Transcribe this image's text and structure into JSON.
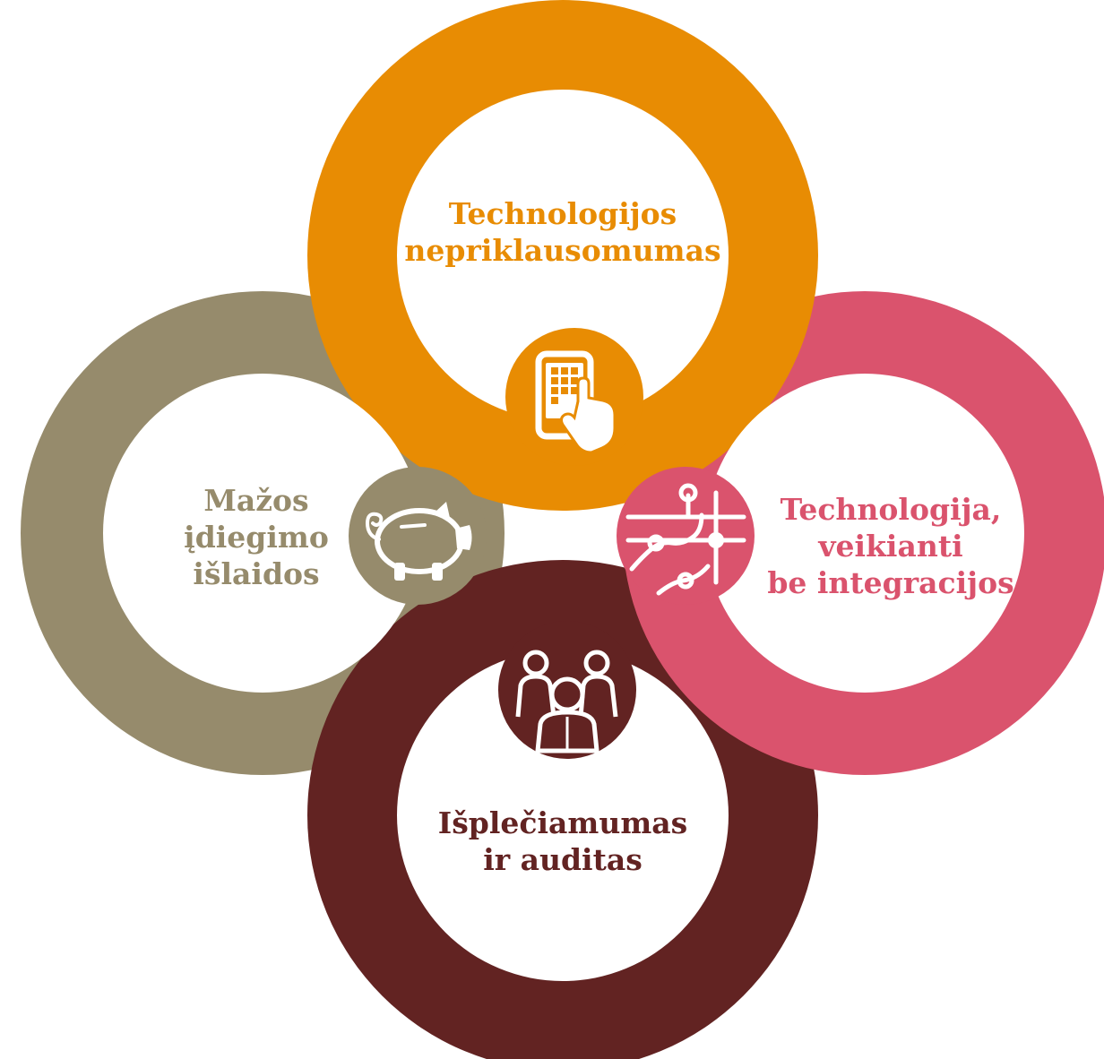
{
  "colors": {
    "technology_independence": "#E88C03",
    "no_integration": "#DA536D",
    "scalability_audit": "#622322",
    "low_cost": "#968B6C",
    "connector": "#D8D3C8",
    "background": "#FFFFFF"
  },
  "segments": [
    {
      "id": "technology_independence",
      "lines": [
        "Technologijos",
        "nepriklausomumas"
      ],
      "icon": "smartphone-touch-icon"
    },
    {
      "id": "no_integration",
      "lines": [
        "Technologija,",
        "veikianti",
        "be integracijos"
      ],
      "icon": "network-map-icon"
    },
    {
      "id": "scalability_audit",
      "lines": [
        "Išplečiamumas",
        "ir auditas"
      ],
      "icon": "group-people-icon"
    },
    {
      "id": "low_cost",
      "lines": [
        "Mažos",
        "įdiegimo",
        "išlaidos"
      ],
      "icon": "piggy-bank-icon"
    }
  ]
}
